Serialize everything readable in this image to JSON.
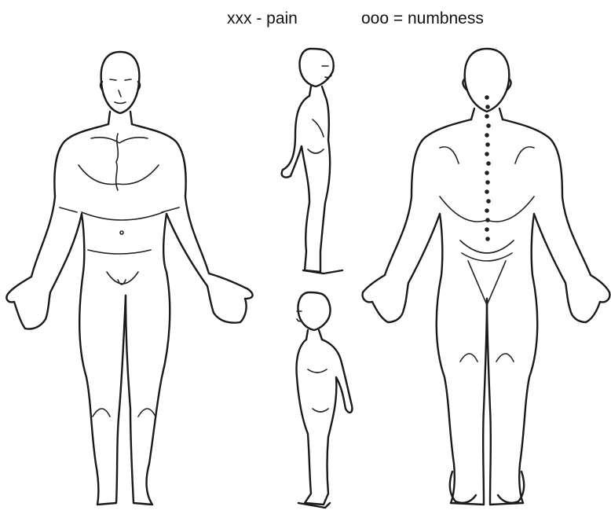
{
  "legend": {
    "pain": "xxx - pain",
    "numbness": "ooo = numbness"
  },
  "figures": [
    {
      "view": "front",
      "icon": "body-front-icon"
    },
    {
      "view": "side-right",
      "icon": "body-side-right-icon"
    },
    {
      "view": "side-left",
      "icon": "body-side-left-icon"
    },
    {
      "view": "back",
      "icon": "body-back-icon"
    }
  ]
}
